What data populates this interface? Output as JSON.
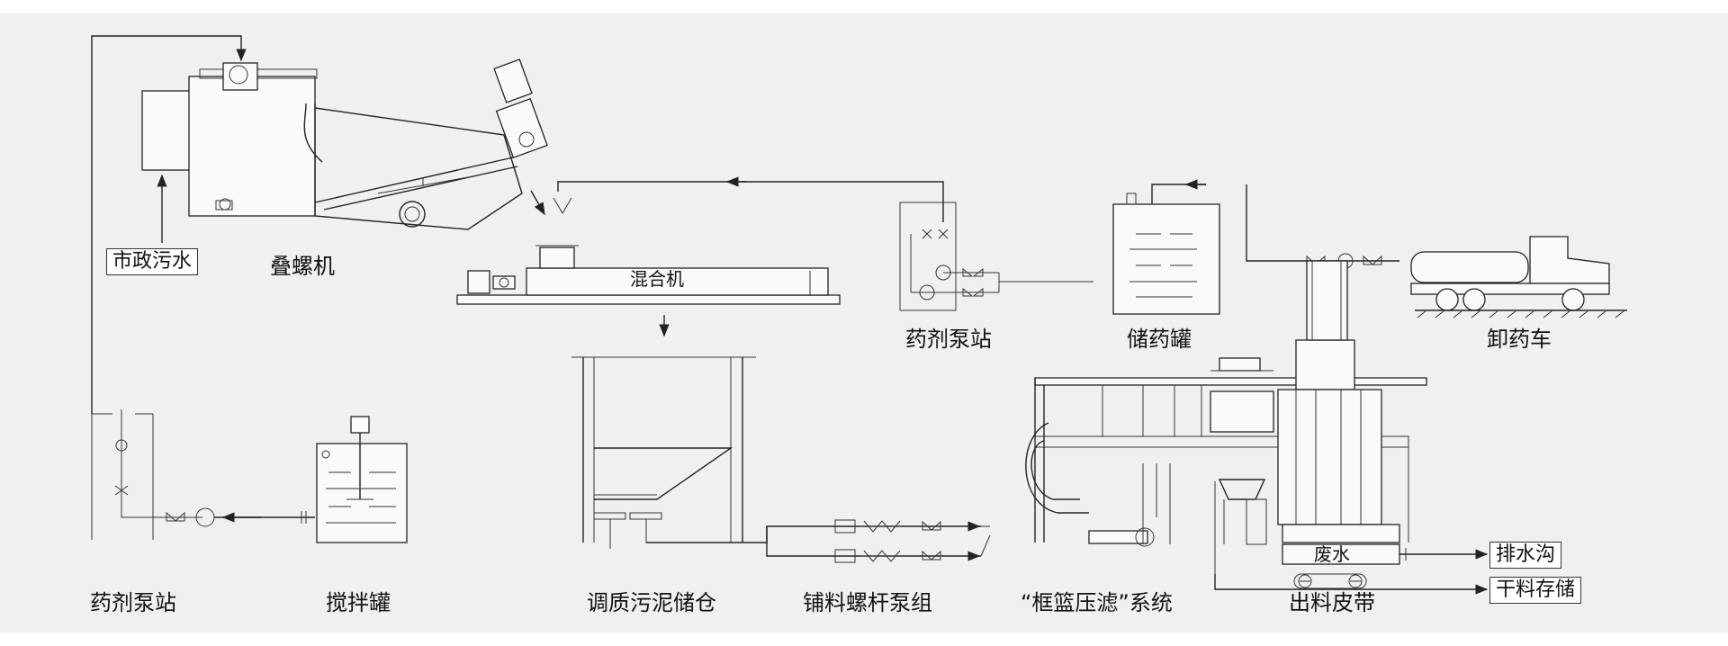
{
  "labels": {
    "municipal_sewage": "市政污水",
    "screw_press": "叠螺机",
    "mixer": "混合机",
    "chem_pump_station_top": "药剂泵站",
    "storage_tank": "储药罐",
    "unloading_truck": "卸药车",
    "chem_pump_station_bottom": "药剂泵站",
    "mixing_tank": "搅拌罐",
    "sludge_silo": "调质污泥储仓",
    "screw_pump_group": "铺料螺杆泵组",
    "basket_press_system": "“框篮压滤”系统",
    "wastewater": "废水",
    "discharge_belt": "出料皮带",
    "drain": "排水沟",
    "dry_storage": "干料存储"
  }
}
